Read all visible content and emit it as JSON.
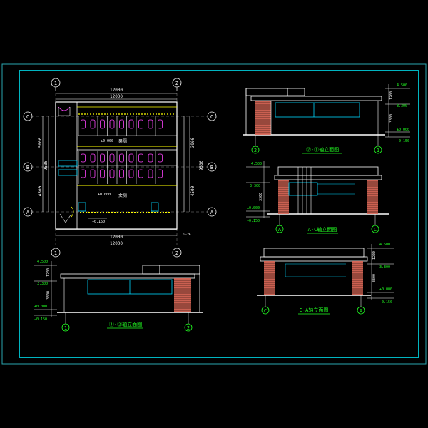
{
  "colors": {
    "background": "#000000",
    "outer_frame": "#2aa6b0",
    "inner_frame": "#00f0ff",
    "dims": "#ffffff",
    "levels": "#22ff22",
    "axis": "#22ff22",
    "fixtures": "#ff44ff",
    "cyan": "#00d8ff",
    "yellow": "#ffff00",
    "brick": "#e06a5a"
  },
  "plan": {
    "axis_1": "1",
    "axis_2": "2",
    "axis_a": "A",
    "axis_b": "B",
    "axis_c": "C",
    "dim_top_1": "12000",
    "dim_top_2": "12000",
    "dim_bottom_1": "12000",
    "dim_bottom_2": "12000",
    "dim_left_1": "5000",
    "dim_left_2": "4500",
    "dim_left_total": "9500",
    "dim_right_1": "3900",
    "dim_right_2": "4500",
    "dim_right_total": "9500",
    "room_upper_label": "男厕",
    "room_lower_label": "女厕",
    "level_upper": "±0.000",
    "level_lower": "±0.000",
    "level_outside": "−0.150",
    "stair_label": "i=2%"
  },
  "elev_2_1": {
    "caption": "②-①轴立面图",
    "axis_left": "2",
    "axis_right": "1",
    "lv_top": "4.500",
    "lv_mid": "3.300",
    "lv_zero": "±0.000",
    "lv_ground": "−0.150",
    "dim_1": "1200",
    "dim_2": "3300"
  },
  "elev_a_c": {
    "caption": "A-C轴立面图",
    "axis_left": "A",
    "axis_right": "C",
    "lv_top": "4.500",
    "lv_mid": "3.300",
    "lv_zero": "±0.000",
    "lv_ground": "−0.150",
    "dim_1": "3300"
  },
  "elev_1_2": {
    "caption": "①-②轴立面图",
    "axis_left": "1",
    "axis_right": "2",
    "lv_top": "4.500",
    "lv_mid": "3.300",
    "lv_zero": "±0.000",
    "lv_ground": "−0.150",
    "dim_1": "1200",
    "dim_2": "3300"
  },
  "elev_c_a": {
    "caption": "C-A轴立面图",
    "axis_left": "C",
    "axis_right": "A",
    "lv_top": "4.500",
    "lv_mid": "3.300",
    "lv_zero": "±0.000",
    "lv_ground": "−0.150",
    "dim_1": "1200",
    "dim_2": "3300"
  }
}
